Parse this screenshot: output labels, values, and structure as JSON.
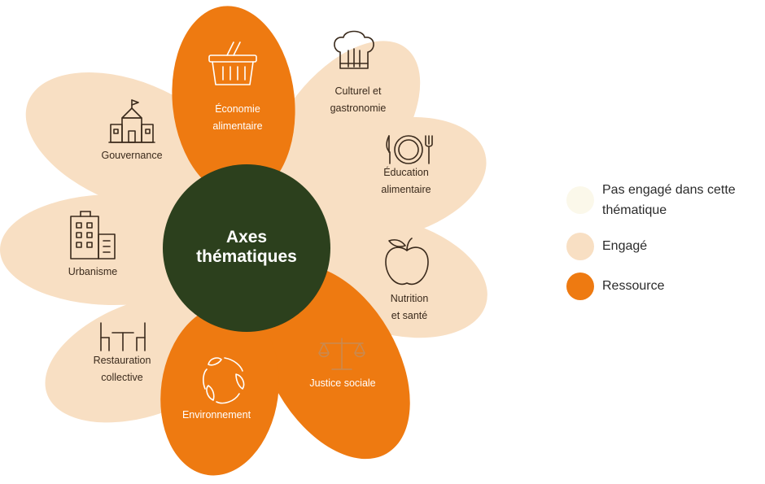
{
  "center": {
    "line1": "Axes",
    "line2": "thématiques"
  },
  "petals": [
    {
      "name": "economie",
      "line1": "Économie",
      "line2": "alimentaire",
      "icon": "basket-icon",
      "status": "ressource"
    },
    {
      "name": "culturel",
      "line1": "Culturel et",
      "line2": "gastronomie",
      "icon": "chef-hat-icon",
      "status": "engage"
    },
    {
      "name": "education",
      "line1": "Éducation",
      "line2": "alimentaire",
      "icon": "plate-cutlery-icon",
      "status": "engage"
    },
    {
      "name": "nutrition",
      "line1": "Nutrition",
      "line2": "et santé",
      "icon": "apple-icon",
      "status": "engage"
    },
    {
      "name": "justice",
      "line1": "Justice sociale",
      "line2": "",
      "icon": "scale-icon",
      "status": "ressource"
    },
    {
      "name": "environnement",
      "line1": "Environnement",
      "line2": "",
      "icon": "recycle-leaves-icon",
      "status": "ressource"
    },
    {
      "name": "restauration",
      "line1": "Restauration",
      "line2": "collective",
      "icon": "table-chairs-icon",
      "status": "engage"
    },
    {
      "name": "urbanisme",
      "line1": "Urbanisme",
      "line2": "",
      "icon": "buildings-icon",
      "status": "engage"
    },
    {
      "name": "gouvernance",
      "line1": "Gouvernance",
      "line2": "",
      "icon": "town-hall-icon",
      "status": "engage"
    }
  ],
  "legend": [
    {
      "key": "pas_engage",
      "label": "Pas engagé dans cette thématique",
      "color": "#fbf8ea"
    },
    {
      "key": "engage",
      "label": "Engagé",
      "color": "#f8dfc3"
    },
    {
      "key": "ressource",
      "label": "Ressource",
      "color": "#ee7a11"
    }
  ],
  "colors": {
    "center": "#2c401d",
    "ressource": "#ee7a11",
    "engage": "#f8dfc3",
    "pas_engage": "#fbf8ea",
    "icon_line": "#3a2a1c"
  }
}
